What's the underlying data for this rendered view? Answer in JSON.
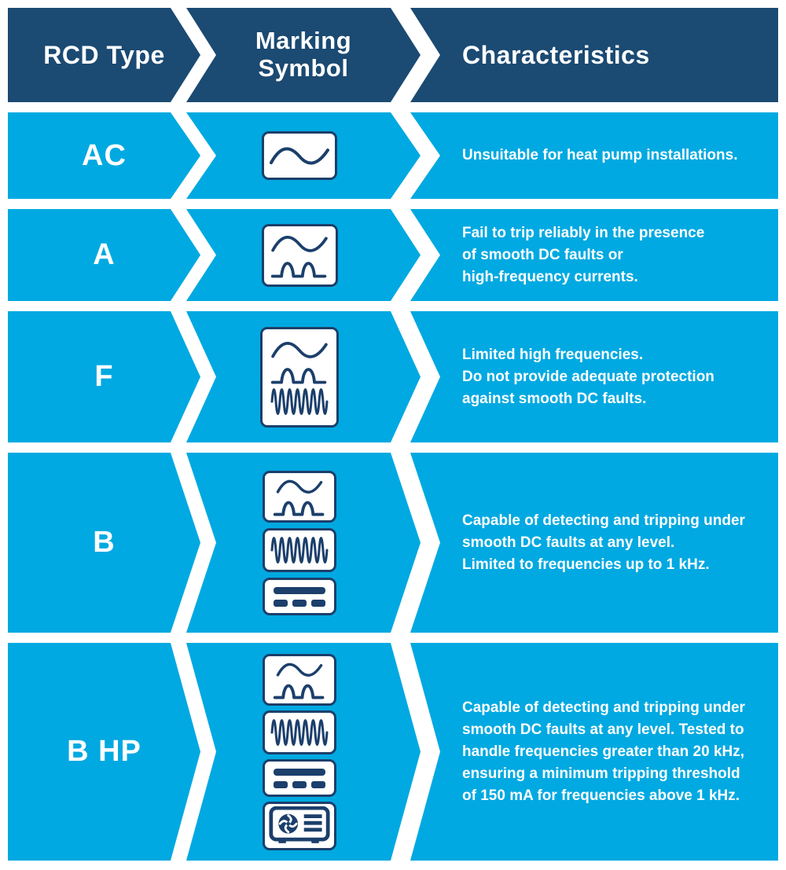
{
  "colors": {
    "header_navy": "#1B4A72",
    "row_cyan": "#00A9E1",
    "symbol_stroke_navy": "#1C3F6B",
    "text_white": "#FFFFFF"
  },
  "header": {
    "col1": "RCD Type",
    "col2": "Marking Symbol",
    "col3": "Characteristics"
  },
  "rows": [
    {
      "type": "AC",
      "symbols": [
        "ac-sine-wave-icon"
      ],
      "lines": [
        "Unsuitable for heat pump installations."
      ]
    },
    {
      "type": "A",
      "symbols": [
        "sine-and-pulsating-dc-icon"
      ],
      "lines": [
        "Fail to trip reliably in the presence",
        "of smooth DC faults or",
        "high-frequency currents."
      ]
    },
    {
      "type": "F",
      "symbols": [
        "sine-pulsating-dc-and-high-frequency-icon"
      ],
      "lines": [
        "Limited high frequencies.",
        "Do not provide adequate protection",
        "against smooth DC faults."
      ]
    },
    {
      "type": "B",
      "symbols": [
        "sine-and-pulsating-dc-icon",
        "high-frequency-wave-icon",
        "smooth-dc-icon"
      ],
      "lines": [
        "Capable of detecting and tripping under",
        "smooth DC faults at any level.",
        "Limited to frequencies up to 1 kHz."
      ]
    },
    {
      "type": "B HP",
      "symbols": [
        "sine-and-pulsating-dc-icon",
        "high-frequency-wave-icon",
        "smooth-dc-icon",
        "heat-pump-unit-icon"
      ],
      "lines": [
        "Capable of detecting and tripping under",
        "smooth DC faults at any level. Tested to",
        "handle frequencies greater than 20 kHz,",
        "ensuring a minimum tripping threshold",
        "of 150 mA for frequencies above 1 kHz."
      ]
    }
  ]
}
